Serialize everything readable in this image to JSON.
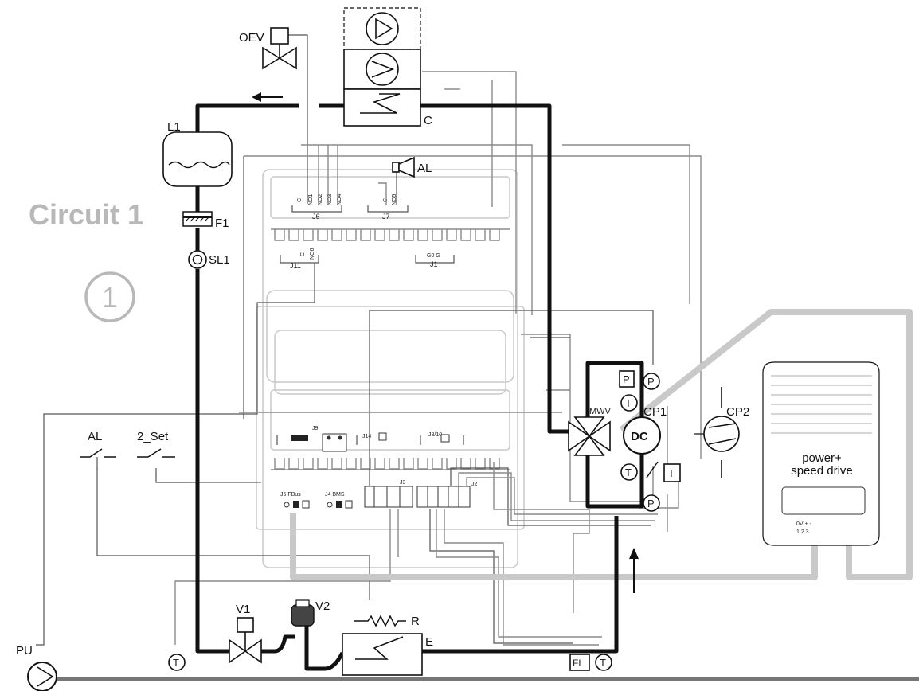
{
  "circuit": {
    "title": "Circuit 1",
    "number": "1"
  },
  "labels": {
    "oev": "OEV",
    "l1": "L1",
    "f1": "F1",
    "sl1": "SL1",
    "c": "C",
    "al_top": "AL",
    "al_left": "AL",
    "set2": "2_Set",
    "mwv": "MWV",
    "cp1": "CP1",
    "cp2": "CP2",
    "v1": "V1",
    "v2": "V2",
    "r": "R",
    "e": "E",
    "pu": "PU",
    "fl": "FL",
    "p": "P",
    "t": "T",
    "dc": "DC"
  },
  "drive": {
    "line1": "power+",
    "line2": "speed drive",
    "terminal_signs": "0V  +  -",
    "terminal_nums": "1  2  3"
  },
  "connectors": {
    "j6": "J6",
    "j7": "J7",
    "j11": "J11",
    "j1": "J1",
    "j9": "J9",
    "j14": "J14",
    "j810": "J8/10",
    "j3": "J3",
    "j2": "J2",
    "j5": "J5 FBus",
    "j4": "J4 BMS",
    "j6_pins": [
      "C",
      "NO1",
      "NO2",
      "NO3",
      "NO4"
    ],
    "j7_pins": [
      "C",
      "NO5"
    ],
    "j11_pins": [
      "C",
      "NO6"
    ],
    "j1_pins": "G0  G"
  }
}
